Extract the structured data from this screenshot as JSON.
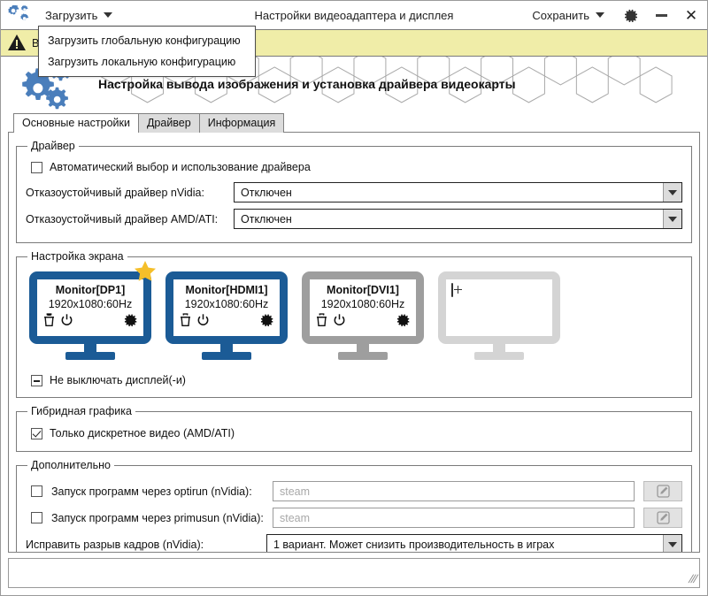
{
  "window": {
    "title": "Настройки видеоадаптера и дисплея",
    "app_icon": "gears-icon",
    "minimize_icon": "minimize-icon",
    "close_icon": "close-icon",
    "settings_icon": "gear-icon"
  },
  "titlebar": {
    "load_label": "Загрузить",
    "save_label": "Сохранить"
  },
  "load_menu": {
    "items": [
      {
        "label": "Загрузить глобальную конфигурацию"
      },
      {
        "label": "Загрузить локальную конфигурацию"
      }
    ]
  },
  "warning": {
    "icon": "warning-triangle-icon",
    "text": "В"
  },
  "header": {
    "logo": "gears-logo-icon",
    "title": "Настройка вывода изображения и установка драйвера видеокарты"
  },
  "tabs": [
    {
      "label": "Основные настройки",
      "active": true
    },
    {
      "label": "Драйвер",
      "active": false
    },
    {
      "label": "Информация",
      "active": false
    }
  ],
  "driver_group": {
    "legend": "Драйвер",
    "auto_checkbox": {
      "label": "Автоматический выбор и использование драйвера",
      "state": "unchecked"
    },
    "nvidia": {
      "label": "Отказоустойчивый драйвер nVidia:",
      "value": "Отключен"
    },
    "amd": {
      "label": "Отказоустойчивый драйвер AMD/ATI:",
      "value": "Отключен"
    }
  },
  "screen_group": {
    "legend": "Настройка экрана",
    "monitors": [
      {
        "name": "Monitor[DP1]",
        "resolution": "1920x1080:60Hz",
        "state": "active",
        "primary": true,
        "icons": [
          "trash-icon",
          "power-icon",
          "gear-icon"
        ]
      },
      {
        "name": "Monitor[HDMI1]",
        "resolution": "1920x1080:60Hz",
        "state": "active",
        "primary": false,
        "icons": [
          "trash-icon",
          "power-icon",
          "gear-icon"
        ]
      },
      {
        "name": "Monitor[DVI1]",
        "resolution": "1920x1080:60Hz",
        "state": "disabled",
        "primary": false,
        "icons": [
          "trash-icon",
          "power-icon",
          "gear-icon"
        ]
      },
      {
        "name": "",
        "resolution": "",
        "state": "empty",
        "primary": false,
        "icons": [
          "plus-icon"
        ]
      }
    ],
    "keep_on_checkbox": {
      "label": "Не выключать дисплей(-и)",
      "state": "indeterminate"
    }
  },
  "hybrid_group": {
    "legend": "Гибридная графика",
    "discrete_checkbox": {
      "label": "Только дискретное видео (AMD/ATI)",
      "state": "checked"
    }
  },
  "extra_group": {
    "legend": "Дополнительно",
    "optirun": {
      "label": "Запуск программ через optirun (nVidia):",
      "state": "unchecked",
      "placeholder": "steam",
      "value": "",
      "edit_icon": "edit-pencil-icon"
    },
    "primusun": {
      "label": "Запуск программ через primusun (nVidia):",
      "state": "unchecked",
      "placeholder": "steam",
      "value": "",
      "edit_icon": "edit-pencil-icon"
    },
    "tearfix": {
      "label": "Исправить разрыв кадров (nVidia):",
      "value": "1 вариант. Может снизить производительность в играх"
    }
  },
  "statusbar": {
    "text": "",
    "grip": "resize-grip-icon"
  },
  "colors": {
    "accent_blue": "#1b5b96",
    "warning_bg": "#f0eda8",
    "disabled_gray": "#9e9e9e",
    "empty_gray": "#d4d4d4",
    "star_gold": "#f5bf2a"
  }
}
